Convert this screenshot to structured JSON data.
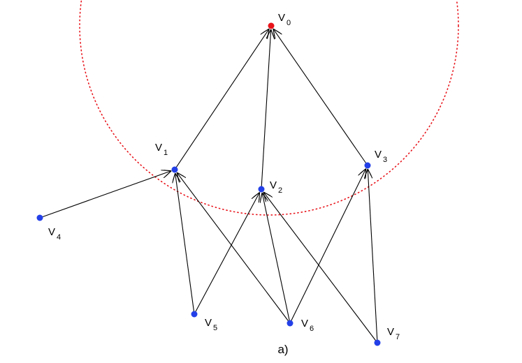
{
  "figure": {
    "caption": "a)",
    "colors": {
      "root_node": "#e8141b",
      "node": "#2340e8",
      "edge": "#000000",
      "range_circle": "#e8141b"
    },
    "range_circle_style": "dotted"
  },
  "nodes": [
    {
      "id": "v0",
      "letter": "V",
      "index": "0",
      "role": "root"
    },
    {
      "id": "v1",
      "letter": "V",
      "index": "1",
      "role": "node"
    },
    {
      "id": "v2",
      "letter": "V",
      "index": "2",
      "role": "node"
    },
    {
      "id": "v3",
      "letter": "V",
      "index": "3",
      "role": "node"
    },
    {
      "id": "v4",
      "letter": "V",
      "index": "4",
      "role": "node"
    },
    {
      "id": "v5",
      "letter": "V",
      "index": "5",
      "role": "node"
    },
    {
      "id": "v6",
      "letter": "V",
      "index": "6",
      "role": "node"
    },
    {
      "id": "v7",
      "letter": "V",
      "index": "7",
      "role": "node"
    }
  ],
  "edges": [
    {
      "from": "v1",
      "to": "v0"
    },
    {
      "from": "v2",
      "to": "v0"
    },
    {
      "from": "v3",
      "to": "v0"
    },
    {
      "from": "v4",
      "to": "v1"
    },
    {
      "from": "v5",
      "to": "v1"
    },
    {
      "from": "v6",
      "to": "v1"
    },
    {
      "from": "v5",
      "to": "v2"
    },
    {
      "from": "v6",
      "to": "v2"
    },
    {
      "from": "v7",
      "to": "v2"
    },
    {
      "from": "v6",
      "to": "v3"
    },
    {
      "from": "v7",
      "to": "v3"
    }
  ]
}
